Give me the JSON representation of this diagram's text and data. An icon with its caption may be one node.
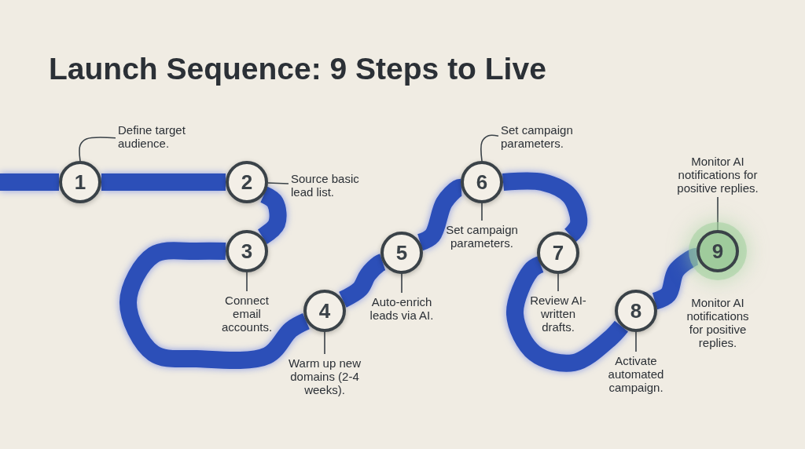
{
  "diagram": {
    "title": "Launch Sequence: 9 Steps to Live",
    "nodes": [
      {
        "text": [
          "1"
        ]
      },
      {
        "text": [
          "2"
        ]
      },
      {
        "text": [
          "3"
        ]
      },
      {
        "text": [
          "4"
        ]
      },
      {
        "text": [
          "5"
        ]
      },
      {
        "text": [
          "6"
        ]
      },
      {
        "text": [
          "7"
        ]
      },
      {
        "text": [
          "8"
        ]
      },
      {
        "text": [
          "9"
        ],
        "beside": [
          "Monitor AI notifications for positive replies."
        ]
      },
      {
        "text": [
          "Define target audience."
        ]
      },
      {
        "text": [
          "Source basic lead list."
        ]
      },
      {
        "text": [
          "Connect email accounts."
        ]
      },
      {
        "text": [
          "Warm up new domains (2-4 weeks)."
        ]
      },
      {
        "text": [
          "Auto-enrich leads via AI."
        ]
      },
      {
        "text": [
          "Set campaign parameters."
        ]
      },
      {
        "text": [
          "Set campaign parameters."
        ]
      },
      {
        "text": [
          "Review AI-written drafts."
        ]
      },
      {
        "text": [
          "Activate automated campaign."
        ]
      },
      {
        "text": [
          "Monitor AI notifications for positive replies."
        ]
      }
    ],
    "edges": [
      {
        "from": null,
        "to": 0,
        "arrow": "none",
        "style": "thick",
        "color": "#2c4fb8"
      },
      {
        "from": 0,
        "to": 1,
        "arrow": "none",
        "style": "thick",
        "color": "#2c4fb8"
      },
      {
        "from": 1,
        "to": 2,
        "arrow": "none",
        "style": "thick",
        "color": "#2c4fb8"
      },
      {
        "from": 2,
        "to": 3,
        "arrow": "none",
        "style": "thick",
        "color": "#2c4fb8"
      },
      {
        "from": 3,
        "to": 4,
        "arrow": "none",
        "style": "thick",
        "color": "#2c4fb8"
      },
      {
        "from": 4,
        "to": 5,
        "arrow": "none",
        "style": "thick",
        "color": "#2c4fb8"
      },
      {
        "from": 5,
        "to": 6,
        "arrow": "none",
        "style": "thick",
        "color": "#2c4fb8"
      },
      {
        "from": 6,
        "to": 7,
        "arrow": "none",
        "style": "thick",
        "color": "#2c4fb8"
      },
      {
        "from": 7,
        "to": 8,
        "arrow": "none",
        "style": "thick",
        "color": "#2c4fb8"
      },
      {
        "from": 9,
        "to": 0,
        "arrow": "none"
      },
      {
        "from": 10,
        "to": 1,
        "arrow": "none"
      },
      {
        "from": 11,
        "to": 2,
        "arrow": "none"
      },
      {
        "from": 12,
        "to": 3,
        "arrow": "none"
      },
      {
        "from": 13,
        "to": 4,
        "arrow": "none"
      },
      {
        "from": 14,
        "to": 5,
        "arrow": "none"
      },
      {
        "from": 15,
        "to": 5,
        "arrow": "none"
      },
      {
        "from": 16,
        "to": 6,
        "arrow": "none"
      },
      {
        "from": 17,
        "to": 7,
        "arrow": "none"
      },
      {
        "from": 18,
        "to": 8,
        "arrow": "none"
      }
    ]
  }
}
